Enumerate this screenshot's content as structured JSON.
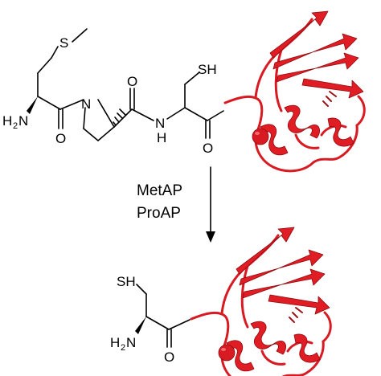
{
  "peptide": {
    "atom_s_thioether": "S",
    "atom_amine_h": "H",
    "atom_amine_sub": "2",
    "atom_amine_n": "N",
    "atom_o1": "O",
    "atom_n_pro": "N",
    "atom_o2": "O",
    "atom_n_amide": "N",
    "atom_h_amide": "H",
    "atom_sh": "SH",
    "atom_o3": "O"
  },
  "arrow": {
    "enzyme_1": "MetAP",
    "enzyme_2": "ProAP"
  },
  "product": {
    "atom_sh": "SH",
    "atom_amine_h": "H",
    "atom_amine_sub": "2",
    "atom_amine_n": "N",
    "atom_o": "O"
  },
  "protein": {
    "color": "#e01c24",
    "dark_color": "#8f0c10"
  }
}
